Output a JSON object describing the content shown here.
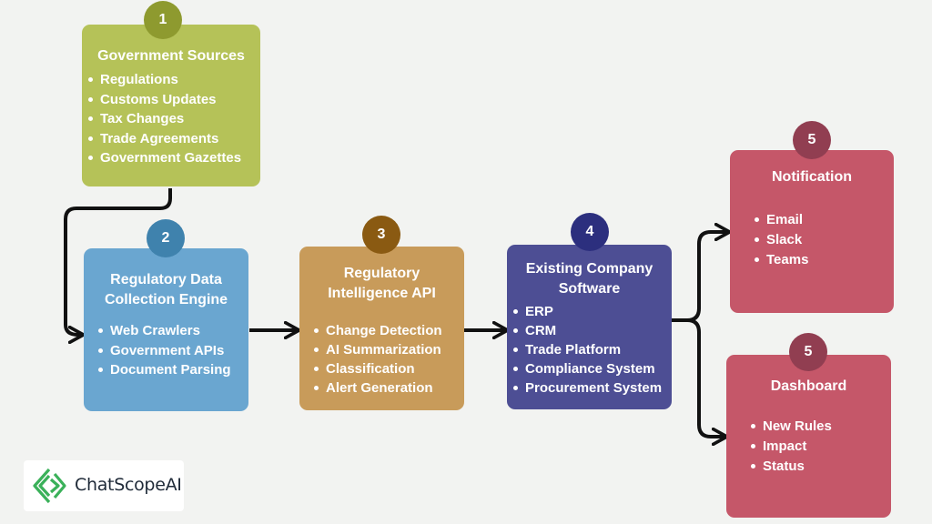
{
  "colors": {
    "government": "#b5c258",
    "government_badge": "#8e9a2f",
    "collection": "#6aa6d0",
    "collection_badge": "#3f82ad",
    "intelligence": "#c89b5a",
    "intelligence_badge": "#8a5a12",
    "software": "#4d4e94",
    "software_badge": "#2c2f7e",
    "notification": "#c55769",
    "notification_badge": "#913e51",
    "connector": "#111111",
    "background": "#f2f3f1",
    "logo_green": "#3bb15a"
  },
  "nodes": {
    "government": {
      "badge": "1",
      "title": "Government Sources",
      "items": [
        "Regulations",
        "Customs Updates",
        "Tax Changes",
        "Trade Agreements",
        "Government Gazettes"
      ]
    },
    "collection": {
      "badge": "2",
      "title_line1": "Regulatory Data",
      "title_line2": "Collection Engine",
      "items": [
        "Web Crawlers",
        "Government APIs",
        "Document Parsing"
      ]
    },
    "intelligence": {
      "badge": "3",
      "title_line1": "Regulatory",
      "title_line2": "Intelligence API",
      "items": [
        "Change Detection",
        "AI Summarization",
        "Classification",
        "Alert Generation"
      ]
    },
    "software": {
      "badge": "4",
      "title_line1": "Existing Company",
      "title_line2": "Software",
      "items": [
        "ERP",
        "CRM",
        "Trade Platform",
        "Compliance System",
        "Procurement System"
      ]
    },
    "notification": {
      "badge": "5",
      "title": "Notification",
      "items": [
        "Email",
        "Slack",
        "Teams"
      ]
    },
    "dashboard": {
      "badge": "5",
      "title": "Dashboard",
      "items": [
        "New Rules",
        "Impact",
        "Status"
      ]
    }
  },
  "logo": {
    "text": "ChatScopeAI",
    "icon": "chatscope-logo-icon"
  }
}
